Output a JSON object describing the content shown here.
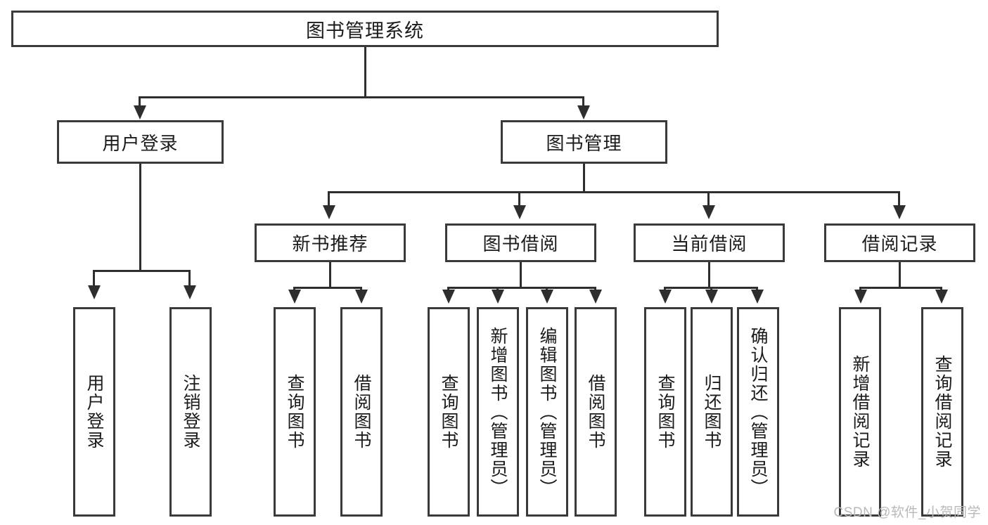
{
  "diagram": {
    "title": "图书管理系统",
    "watermark": "CSDN @软件_小贺同学",
    "levels": {
      "root": {
        "label": "图书管理系统"
      },
      "level2": [
        {
          "label": "用户登录"
        },
        {
          "label": "图书管理"
        }
      ],
      "level3": [
        {
          "label": "新书推荐"
        },
        {
          "label": "图书借阅"
        },
        {
          "label": "当前借阅"
        },
        {
          "label": "借阅记录"
        }
      ],
      "leaves": {
        "user_login": [
          {
            "label": "用户登录"
          },
          {
            "label": "注销登录"
          }
        ],
        "new_book_recommend": [
          {
            "label": "查询图书"
          },
          {
            "label": "借阅图书"
          }
        ],
        "book_borrow": [
          {
            "label": "查询图书"
          },
          {
            "label": "新增图书（管理员）"
          },
          {
            "label": "编辑图书（管理员）"
          },
          {
            "label": "借阅图书"
          }
        ],
        "current_borrow": [
          {
            "label": "查询图书"
          },
          {
            "label": "归还图书"
          },
          {
            "label": "确认归还（管理员）"
          }
        ],
        "borrow_record": [
          {
            "label": "新增借阅记录"
          },
          {
            "label": "查询借阅记录"
          }
        ]
      }
    },
    "colors": {
      "box_border": "#3a3a3a",
      "connector": "#2e2e2e",
      "text": "#1b1b1b",
      "watermark": "#b9b9b9"
    }
  }
}
